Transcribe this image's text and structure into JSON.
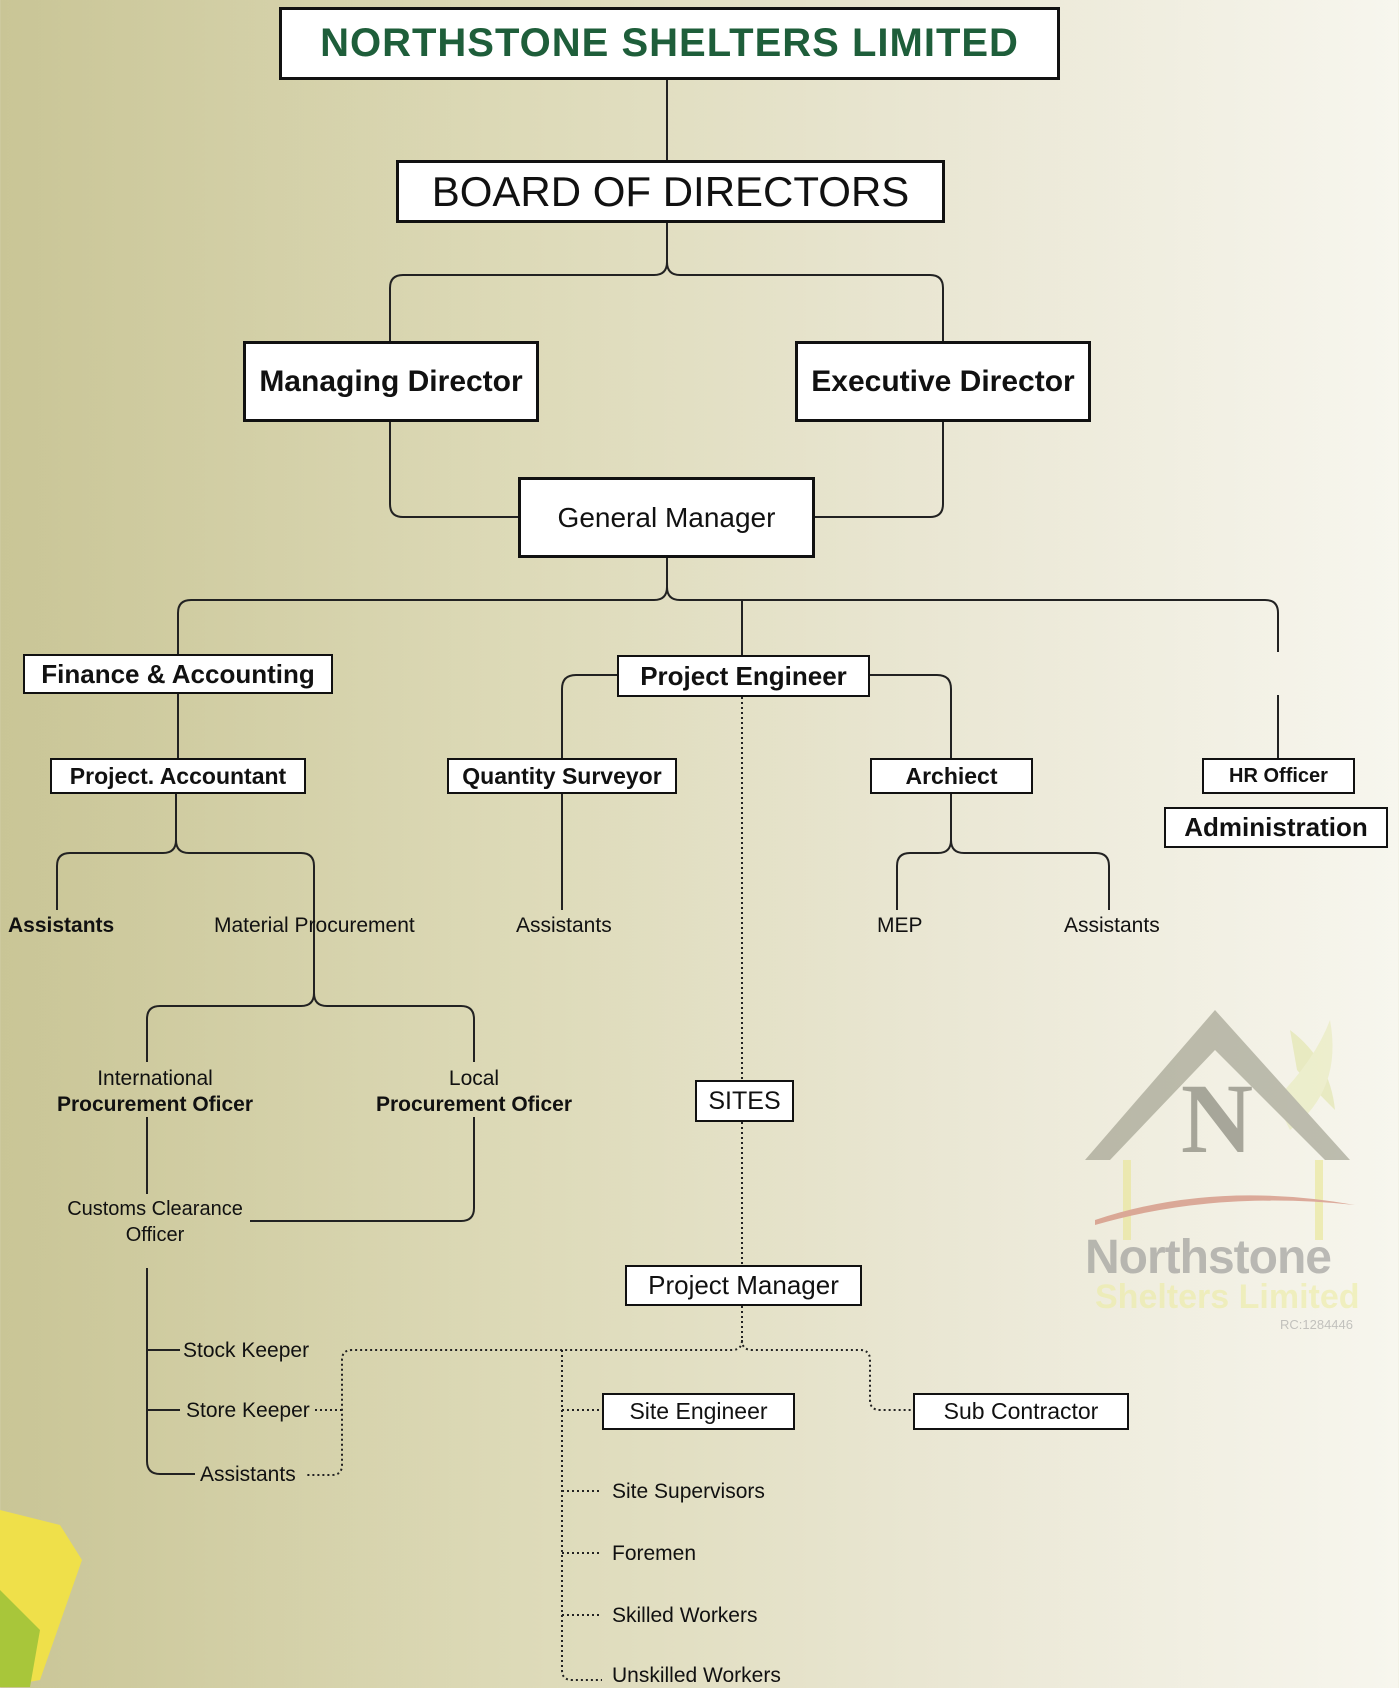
{
  "company": "NORTHSTONE SHELTERS LIMITED",
  "board": "BOARD OF DIRECTORS",
  "managing_director": "Managing Director",
  "executive_director": "Executive Director",
  "general_manager": "General Manager",
  "finance": "Finance & Accounting",
  "project_engineer": "Project Engineer",
  "project_accountant": "Project. Accountant",
  "quantity_surveyor": "Quantity Surveyor",
  "architect": "Archiect",
  "hr_officer": "HR Officer",
  "administration": "Administration",
  "finance_assistants": "Assistants",
  "material_procurement": "Material Procurement",
  "qs_assistants": "Assistants",
  "mep": "MEP",
  "arch_assistants": "Assistants",
  "intl_procurement": {
    "line1": "International",
    "line2": "Procurement Oficer"
  },
  "local_procurement": {
    "line1": "Local",
    "line2": "Procurement Oficer"
  },
  "customs": {
    "line1": "Customs Clearance",
    "line2": "Officer"
  },
  "sites": "SITES",
  "project_manager": "Project Manager",
  "stock_keeper": "Stock Keeper",
  "store_keeper": "Store Keeper",
  "store_assistants": "Assistants",
  "site_engineer": "Site Engineer",
  "sub_contractor": "Sub Contractor",
  "site_supervisors": "Site Supervisors",
  "foremen": "Foremen",
  "skilled_workers": "Skilled Workers",
  "unskilled_workers": "Unskilled Workers",
  "logo": {
    "name": "Northstone",
    "sub": "Shelters Limited",
    "rc": "RC:1284446",
    "letter": "N"
  },
  "colors": {
    "title_green": "#1e5e3a",
    "line": "#222222",
    "background_start": "#c9c596",
    "background_end": "#f7f6ee"
  }
}
